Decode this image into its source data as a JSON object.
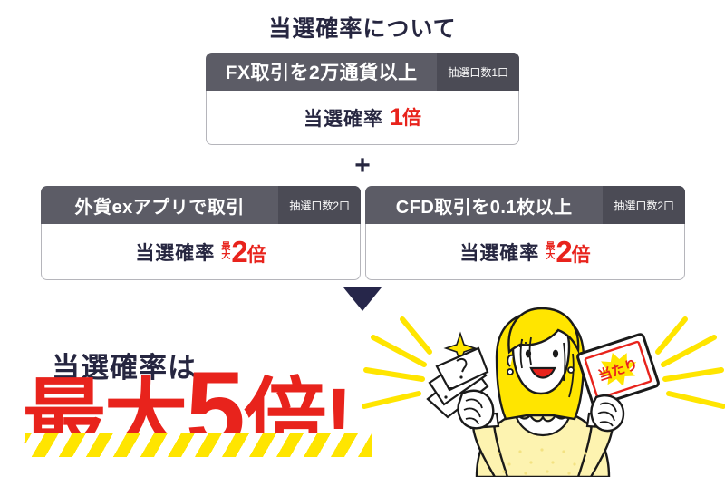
{
  "header": {
    "title": "当選確率について"
  },
  "conditions": [
    {
      "id": "fx",
      "title": "FX取引を2万通貨以上",
      "badge": "抽選口数1口",
      "rate_label": "当選確率",
      "max_prefix": "",
      "rate_value": "1",
      "rate_unit": "倍"
    },
    {
      "id": "app",
      "title": "外貨exアプリで取引",
      "badge": "抽選口数2口",
      "rate_label": "当選確率",
      "max_prefix_top": "最",
      "max_prefix_bottom": "大",
      "rate_value": "2",
      "rate_unit": "倍"
    },
    {
      "id": "cfd",
      "title": "CFD取引を0.1枚以上",
      "badge": "抽選口数2口",
      "rate_label": "当選確率",
      "max_prefix_top": "最",
      "max_prefix_bottom": "大",
      "rate_value": "2",
      "rate_unit": "倍"
    }
  ],
  "connectors": {
    "plus": "+",
    "arrow": "▼"
  },
  "result": {
    "lead": "当選確率は",
    "max_label": "最大",
    "value": "5",
    "unit": "倍",
    "exclaim": "!"
  },
  "illustration": {
    "ticket_label": "当たり",
    "alt": "女性が宝くじ券と当たり札を持っているイラスト"
  },
  "colors": {
    "navy": "#262640",
    "red": "#e8231c",
    "header_gray": "#5c5c66",
    "badge_gray": "#4b4b55",
    "yellow": "#ffe500",
    "white": "#ffffff"
  }
}
